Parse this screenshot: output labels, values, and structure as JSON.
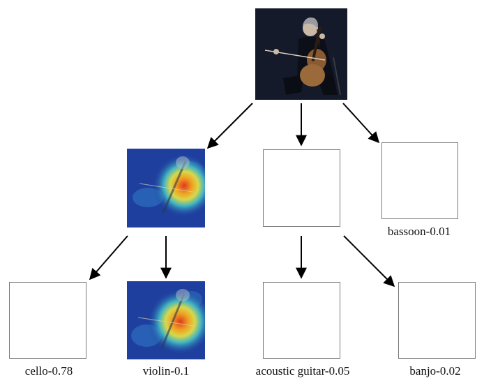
{
  "nodes": {
    "root": {
      "label": ""
    },
    "heatmap_a": {
      "label": ""
    },
    "blank_mid": {
      "label": ""
    },
    "bassoon": {
      "label": "bassoon-0.01"
    },
    "cello": {
      "label": "cello-0.78"
    },
    "violin": {
      "label": "violin-0.1"
    },
    "acoustic_guitar": {
      "label": "acoustic guitar-0.05"
    },
    "banjo": {
      "label": "banjo-0.02"
    }
  },
  "colors": {
    "arrow": "#000000",
    "box_border": "#7a7a7a",
    "photo_bg": "#141a2a",
    "heatmap_low": "#1e3f9e",
    "heatmap_mid": "#3fb3c4",
    "heatmap_high": "#e03a1e"
  }
}
